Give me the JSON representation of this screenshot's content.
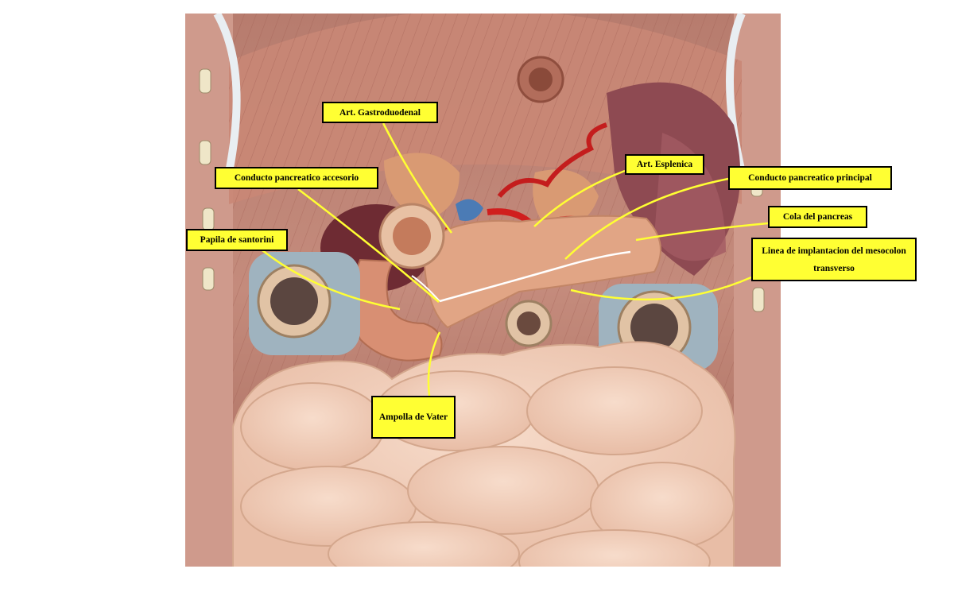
{
  "labels": {
    "art_gastroduodenal": "Art. Gastroduodenal",
    "conducto_accesorio": "Conducto pancreatico accesorio",
    "art_esplenica": "Art. Esplenica",
    "conducto_principal": "Conducto pancreatico principal",
    "cola_pancreas": "Cola del pancreas",
    "papila_santorini": "Papila de santorini",
    "linea_implantacion": "Linea de implantacion del mesocolon transverso",
    "ampolla_vater": "Ampolla de Vater"
  },
  "colors": {
    "callout_fill": "#ffff33",
    "callout_border": "#000000",
    "leader_line": "#ffff33"
  }
}
